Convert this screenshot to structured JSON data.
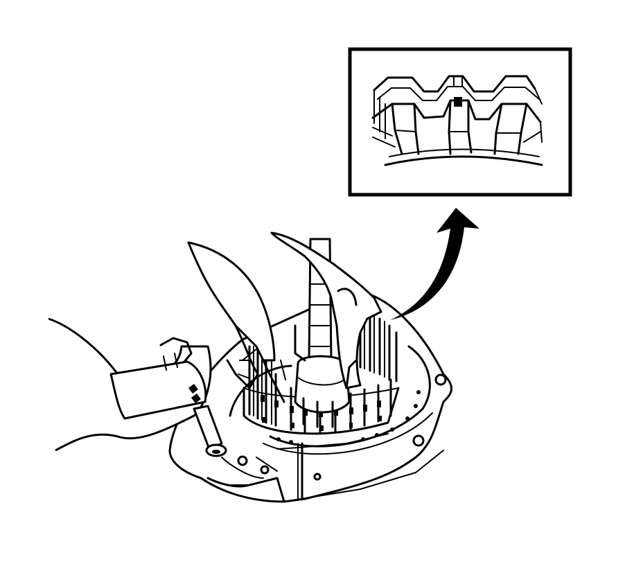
{
  "illustration": {
    "kind": "line-drawing",
    "background_color": "#ffffff",
    "ink_color": "#000000",
    "callout": {
      "type": "detail-inset",
      "subject": "spline-teeth-alignment"
    },
    "elements": [
      "detail-inset-box",
      "callout-arrow",
      "clutch-housing-case",
      "clutch-plate-pack",
      "alignment-tool-shaft",
      "hand-left-on-wrench",
      "hand-right-on-tool",
      "air-wrench"
    ]
  }
}
